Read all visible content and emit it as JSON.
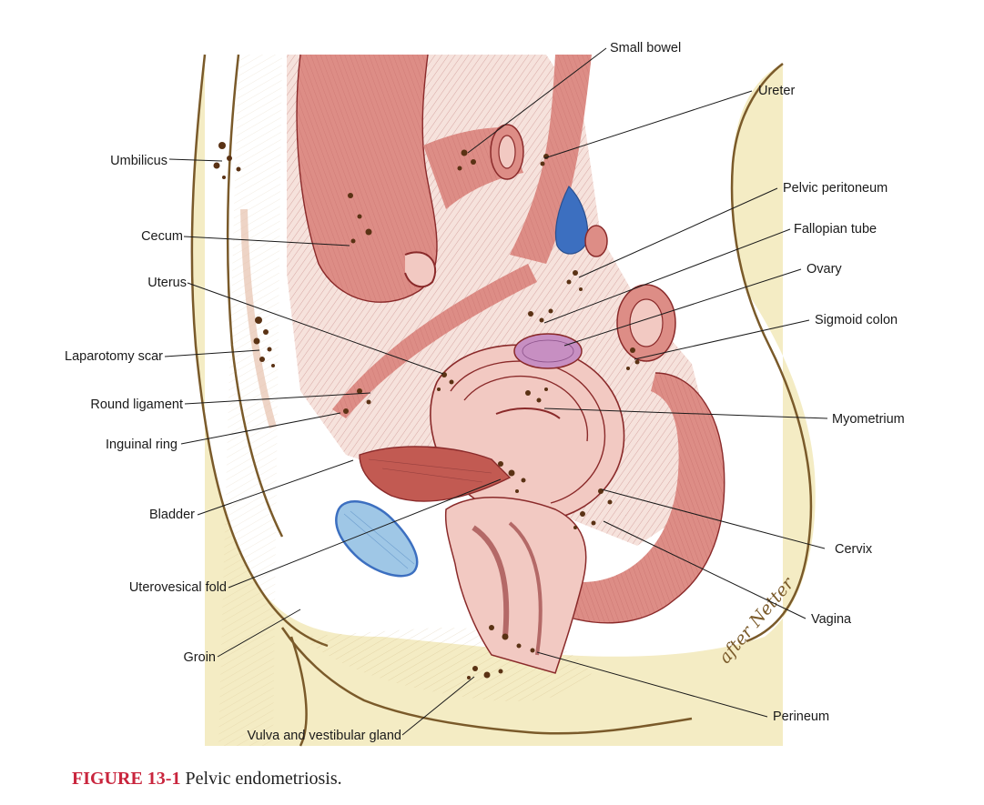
{
  "labels": {
    "small_bowel": "Small bowel",
    "ureter": "Ureter",
    "umbilicus": "Umbilicus",
    "pelvic_peritoneum": "Pelvic peritoneum",
    "cecum": "Cecum",
    "fallopian_tube": "Fallopian tube",
    "ovary": "Ovary",
    "uterus": "Uterus",
    "sigmoid_colon": "Sigmoid colon",
    "laparotomy_scar": "Laparotomy scar",
    "round_ligament": "Round ligament",
    "myometrium": "Myometrium",
    "inguinal_ring": "Inguinal ring",
    "bladder": "Bladder",
    "cervix": "Cervix",
    "uterovesical_fold": "Uterovesical fold",
    "vagina": "Vagina",
    "groin": "Groin",
    "perineum": "Perineum",
    "vulva": "Vulva and vestibular gland"
  },
  "signature": "after Netter",
  "caption": {
    "figure_number": "FIGURE 13-1",
    "text": "Pelvic endometriosis."
  },
  "colors": {
    "skin": "#f4ecc4",
    "tissue": "#dd8d86",
    "tissue_light": "#f2c9c2",
    "bladder_blue": "#9fc7e6",
    "vein_blue": "#3c6fc0",
    "ovary_purple": "#c78fc2",
    "outline_brown": "#7a5a2a",
    "lesion_brown": "#5a3214",
    "caption_red": "#c9253d"
  }
}
